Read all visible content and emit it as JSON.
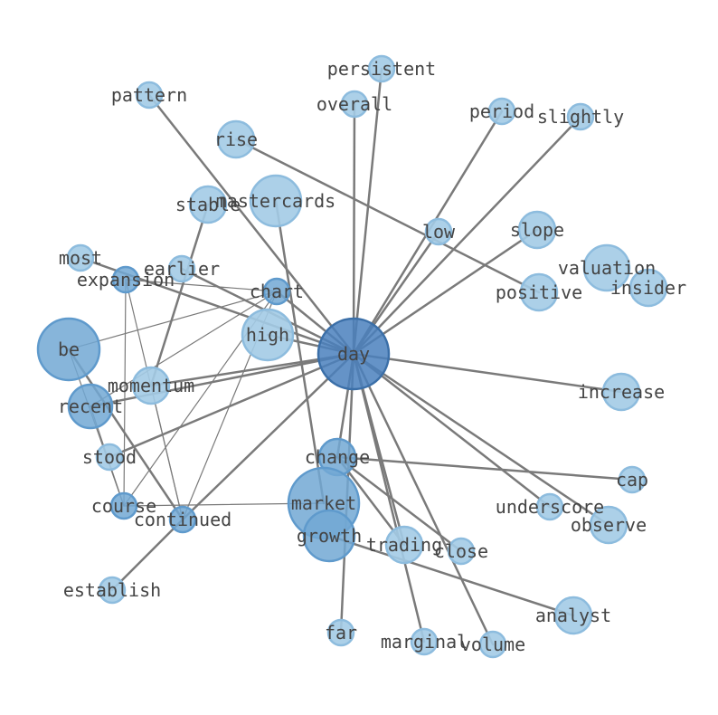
{
  "colors": {
    "dark_fill": "#4a80bd",
    "dark_stroke": "#3b6fa8",
    "mid_fill": "#72a8d4",
    "mid_stroke": "#5f9acc",
    "light_fill": "#a3cbe6",
    "light_stroke": "#8dbcde",
    "edge": "#7a7a7a",
    "label": "#444444"
  },
  "nodes": [
    {
      "id": "day",
      "label": "day",
      "tone": "dark"
    },
    {
      "id": "persistent",
      "label": "persistent",
      "tone": "light"
    },
    {
      "id": "pattern",
      "label": "pattern",
      "tone": "light"
    },
    {
      "id": "overall",
      "label": "overall",
      "tone": "light"
    },
    {
      "id": "period",
      "label": "period",
      "tone": "light"
    },
    {
      "id": "slightly",
      "label": "slightly",
      "tone": "light"
    },
    {
      "id": "rise",
      "label": "rise",
      "tone": "light"
    },
    {
      "id": "stable",
      "label": "stable",
      "tone": "light"
    },
    {
      "id": "mastercards",
      "label": "mastercards",
      "tone": "light"
    },
    {
      "id": "low",
      "label": "low",
      "tone": "light"
    },
    {
      "id": "slope",
      "label": "slope",
      "tone": "light"
    },
    {
      "id": "most",
      "label": "most",
      "tone": "light"
    },
    {
      "id": "earlier",
      "label": "earlier",
      "tone": "light"
    },
    {
      "id": "expansion",
      "label": "expansion",
      "tone": "mid"
    },
    {
      "id": "chart",
      "label": "chart",
      "tone": "mid"
    },
    {
      "id": "valuation",
      "label": "valuation",
      "tone": "light"
    },
    {
      "id": "insider",
      "label": "insider",
      "tone": "light"
    },
    {
      "id": "positive",
      "label": "positive",
      "tone": "light"
    },
    {
      "id": "be",
      "label": "be",
      "tone": "mid"
    },
    {
      "id": "high",
      "label": "high",
      "tone": "light"
    },
    {
      "id": "momentum",
      "label": "momentum",
      "tone": "light"
    },
    {
      "id": "recent",
      "label": "recent",
      "tone": "mid"
    },
    {
      "id": "increase",
      "label": "increase",
      "tone": "light"
    },
    {
      "id": "stood",
      "label": "stood",
      "tone": "light"
    },
    {
      "id": "change",
      "label": "change",
      "tone": "mid"
    },
    {
      "id": "cap",
      "label": "cap",
      "tone": "light"
    },
    {
      "id": "course",
      "label": "course",
      "tone": "mid"
    },
    {
      "id": "continued",
      "label": "continued",
      "tone": "mid"
    },
    {
      "id": "market",
      "label": "market",
      "tone": "mid"
    },
    {
      "id": "underscore",
      "label": "underscore",
      "tone": "light"
    },
    {
      "id": "observe",
      "label": "observe",
      "tone": "light"
    },
    {
      "id": "growth",
      "label": "growth",
      "tone": "mid"
    },
    {
      "id": "trading",
      "label": "trading",
      "tone": "light"
    },
    {
      "id": "close",
      "label": "close",
      "tone": "light"
    },
    {
      "id": "establish",
      "label": "establish",
      "tone": "light"
    },
    {
      "id": "analyst",
      "label": "analyst",
      "tone": "light"
    },
    {
      "id": "far",
      "label": "far",
      "tone": "light"
    },
    {
      "id": "marginal",
      "label": "marginal",
      "tone": "light"
    },
    {
      "id": "volume",
      "label": "volume",
      "tone": "light"
    }
  ],
  "edges": [
    {
      "source": "day",
      "target": "persistent",
      "weight": "heavy"
    },
    {
      "source": "day",
      "target": "overall",
      "weight": "heavy"
    },
    {
      "source": "day",
      "target": "period",
      "weight": "heavy"
    },
    {
      "source": "day",
      "target": "slightly",
      "weight": "heavy"
    },
    {
      "source": "day",
      "target": "low",
      "weight": "heavy"
    },
    {
      "source": "day",
      "target": "slope",
      "weight": "heavy"
    },
    {
      "source": "day",
      "target": "pattern",
      "weight": "heavy"
    },
    {
      "source": "day",
      "target": "most",
      "weight": "heavy"
    },
    {
      "source": "day",
      "target": "earlier",
      "weight": "heavy"
    },
    {
      "source": "day",
      "target": "chart",
      "weight": "heavy"
    },
    {
      "source": "day",
      "target": "high",
      "weight": "heavy"
    },
    {
      "source": "day",
      "target": "momentum",
      "weight": "heavy"
    },
    {
      "source": "day",
      "target": "recent",
      "weight": "heavy"
    },
    {
      "source": "day",
      "target": "stood",
      "weight": "heavy"
    },
    {
      "source": "day",
      "target": "continued",
      "weight": "heavy"
    },
    {
      "source": "day",
      "target": "increase",
      "weight": "heavy"
    },
    {
      "source": "day",
      "target": "underscore",
      "weight": "heavy"
    },
    {
      "source": "day",
      "target": "observe",
      "weight": "heavy"
    },
    {
      "source": "day",
      "target": "trading",
      "weight": "heavy"
    },
    {
      "source": "day",
      "target": "marginal",
      "weight": "heavy"
    },
    {
      "source": "day",
      "target": "volume",
      "weight": "heavy"
    },
    {
      "source": "day",
      "target": "far",
      "weight": "heavy"
    },
    {
      "source": "day",
      "target": "change",
      "weight": "heavy"
    },
    {
      "source": "rise",
      "target": "positive",
      "weight": "heavy"
    },
    {
      "source": "mastercards",
      "target": "market",
      "weight": "heavy"
    },
    {
      "source": "stable",
      "target": "momentum",
      "weight": "heavy"
    },
    {
      "source": "change",
      "target": "cap",
      "weight": "heavy"
    },
    {
      "source": "change",
      "target": "close",
      "weight": "heavy"
    },
    {
      "source": "change",
      "target": "trading",
      "weight": "heavy"
    },
    {
      "source": "growth",
      "target": "analyst",
      "weight": "heavy"
    },
    {
      "source": "continued",
      "target": "establish",
      "weight": "heavy"
    },
    {
      "source": "be",
      "target": "continued",
      "weight": "heavy"
    },
    {
      "source": "expansion",
      "target": "chart",
      "weight": "light"
    },
    {
      "source": "expansion",
      "target": "course",
      "weight": "light"
    },
    {
      "source": "expansion",
      "target": "continued",
      "weight": "light"
    },
    {
      "source": "be",
      "target": "chart",
      "weight": "light"
    },
    {
      "source": "be",
      "target": "course",
      "weight": "light"
    },
    {
      "source": "chart",
      "target": "course",
      "weight": "light"
    },
    {
      "source": "chart",
      "target": "continued",
      "weight": "light"
    },
    {
      "source": "chart",
      "target": "recent",
      "weight": "light"
    },
    {
      "source": "momentum",
      "target": "continued",
      "weight": "light"
    },
    {
      "source": "course",
      "target": "market",
      "weight": "light"
    },
    {
      "source": "recent",
      "target": "course",
      "weight": "light"
    }
  ]
}
